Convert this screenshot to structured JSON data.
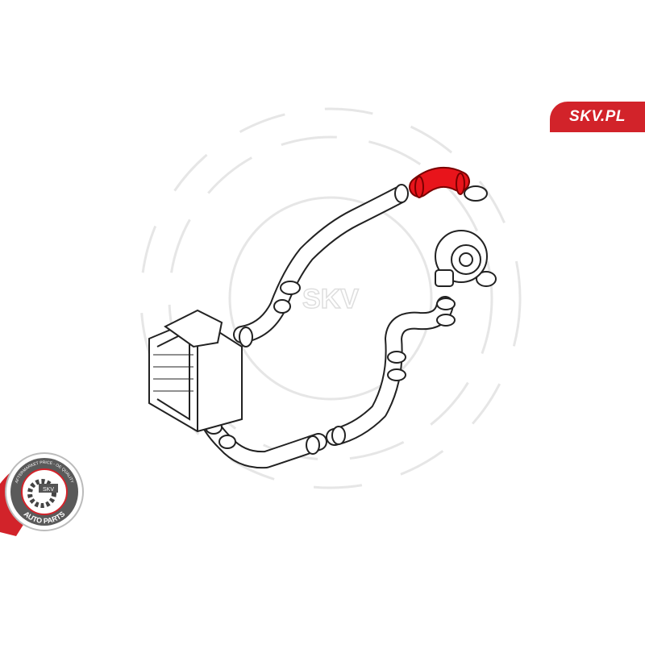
{
  "brand_badge": {
    "label": "SKV.PL"
  },
  "watermark": {
    "label": "SKV"
  },
  "seal": {
    "top_text": "AFTERMARKET PRICE - OE QUALITY",
    "center_text": "SKV",
    "bottom_text": "AUTO PARTS"
  },
  "colors": {
    "accent": "#d2232a",
    "highlight": "#e8141b",
    "line": "#222222",
    "watermark": "#ececec"
  }
}
